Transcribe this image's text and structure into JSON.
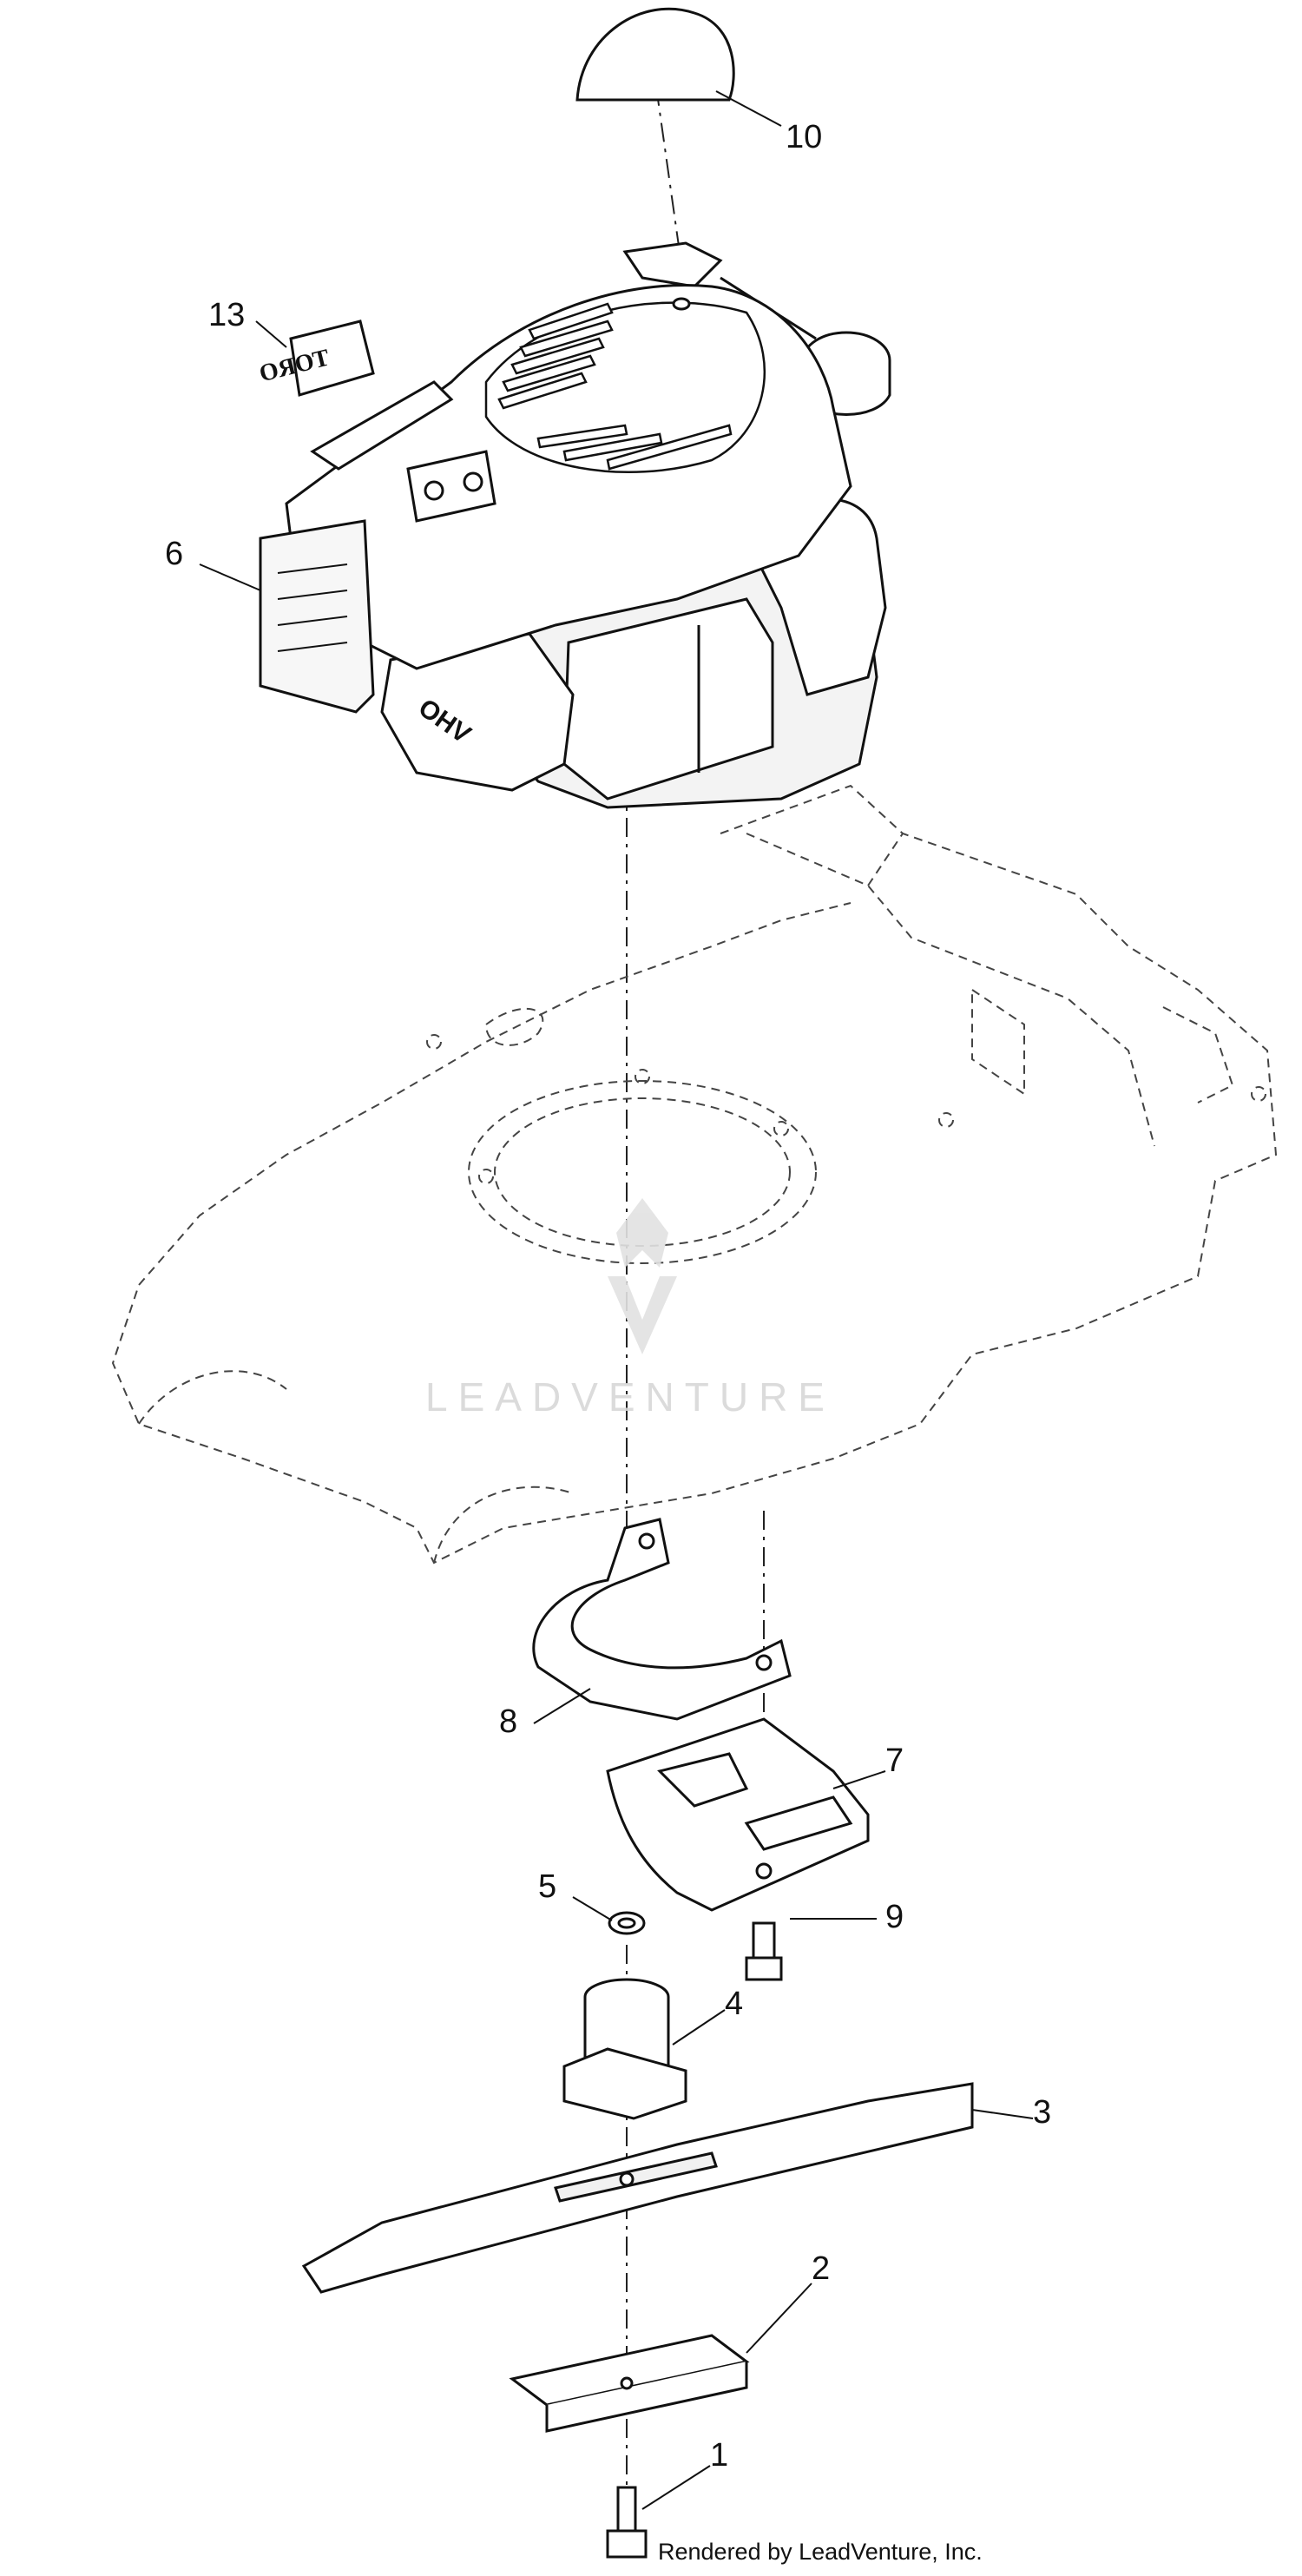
{
  "callouts": [
    {
      "id": "10",
      "label": "10"
    },
    {
      "id": "13",
      "label": "13"
    },
    {
      "id": "6",
      "label": "6"
    },
    {
      "id": "8",
      "label": "8"
    },
    {
      "id": "7",
      "label": "7"
    },
    {
      "id": "5",
      "label": "5"
    },
    {
      "id": "9",
      "label": "9"
    },
    {
      "id": "4",
      "label": "4"
    },
    {
      "id": "3",
      "label": "3"
    },
    {
      "id": "2",
      "label": "2"
    },
    {
      "id": "1",
      "label": "1"
    }
  ],
  "decal_text": "TORO",
  "engine_mark": "OHV",
  "watermark": "LEADVENTURE",
  "footer": "Rendered by LeadVenture, Inc."
}
